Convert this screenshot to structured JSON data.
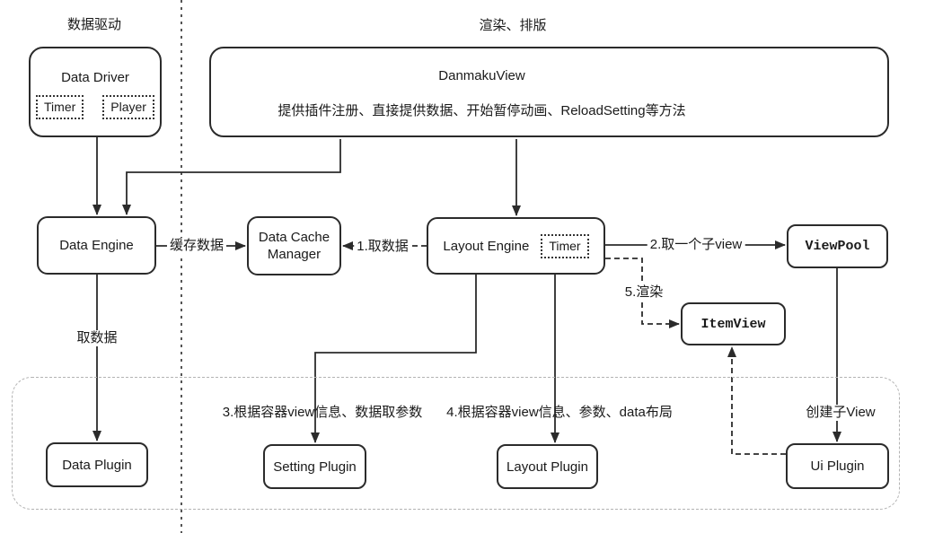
{
  "diagram": {
    "sections": {
      "left": "数据驱动",
      "right": "渲染、排版"
    },
    "nodes": {
      "data_driver": "Data Driver",
      "data_driver_timer": "Timer",
      "data_driver_player": "Player",
      "danmaku_view_title": "DanmakuView",
      "danmaku_view_desc": "提供插件注册、直接提供数据、开始暂停动画、ReloadSetting等方法",
      "data_engine": "Data Engine",
      "data_cache_manager": "Data Cache Manager",
      "layout_engine": "Layout Engine",
      "layout_engine_timer": "Timer",
      "view_pool": "ViewPool",
      "item_view": "ItemView",
      "data_plugin": "Data Plugin",
      "setting_plugin": "Setting Plugin",
      "layout_plugin": "Layout Plugin",
      "ui_plugin": "Ui Plugin"
    },
    "edges": {
      "cache_data": "缓存数据",
      "step1": "1.取数据",
      "step2": "2.取一个子view",
      "step3": "3.根据容器view信息、数据取参数",
      "step4": "4.根据容器view信息、参数、data布局",
      "step5": "5.渲染",
      "fetch_data": "取数据",
      "create_child_view": "创建子View"
    },
    "colors": {
      "stroke": "#2b2b2b",
      "text": "#1a1a1a",
      "plugins_container_border": "#b3b3b3",
      "background": "#ffffff"
    }
  }
}
